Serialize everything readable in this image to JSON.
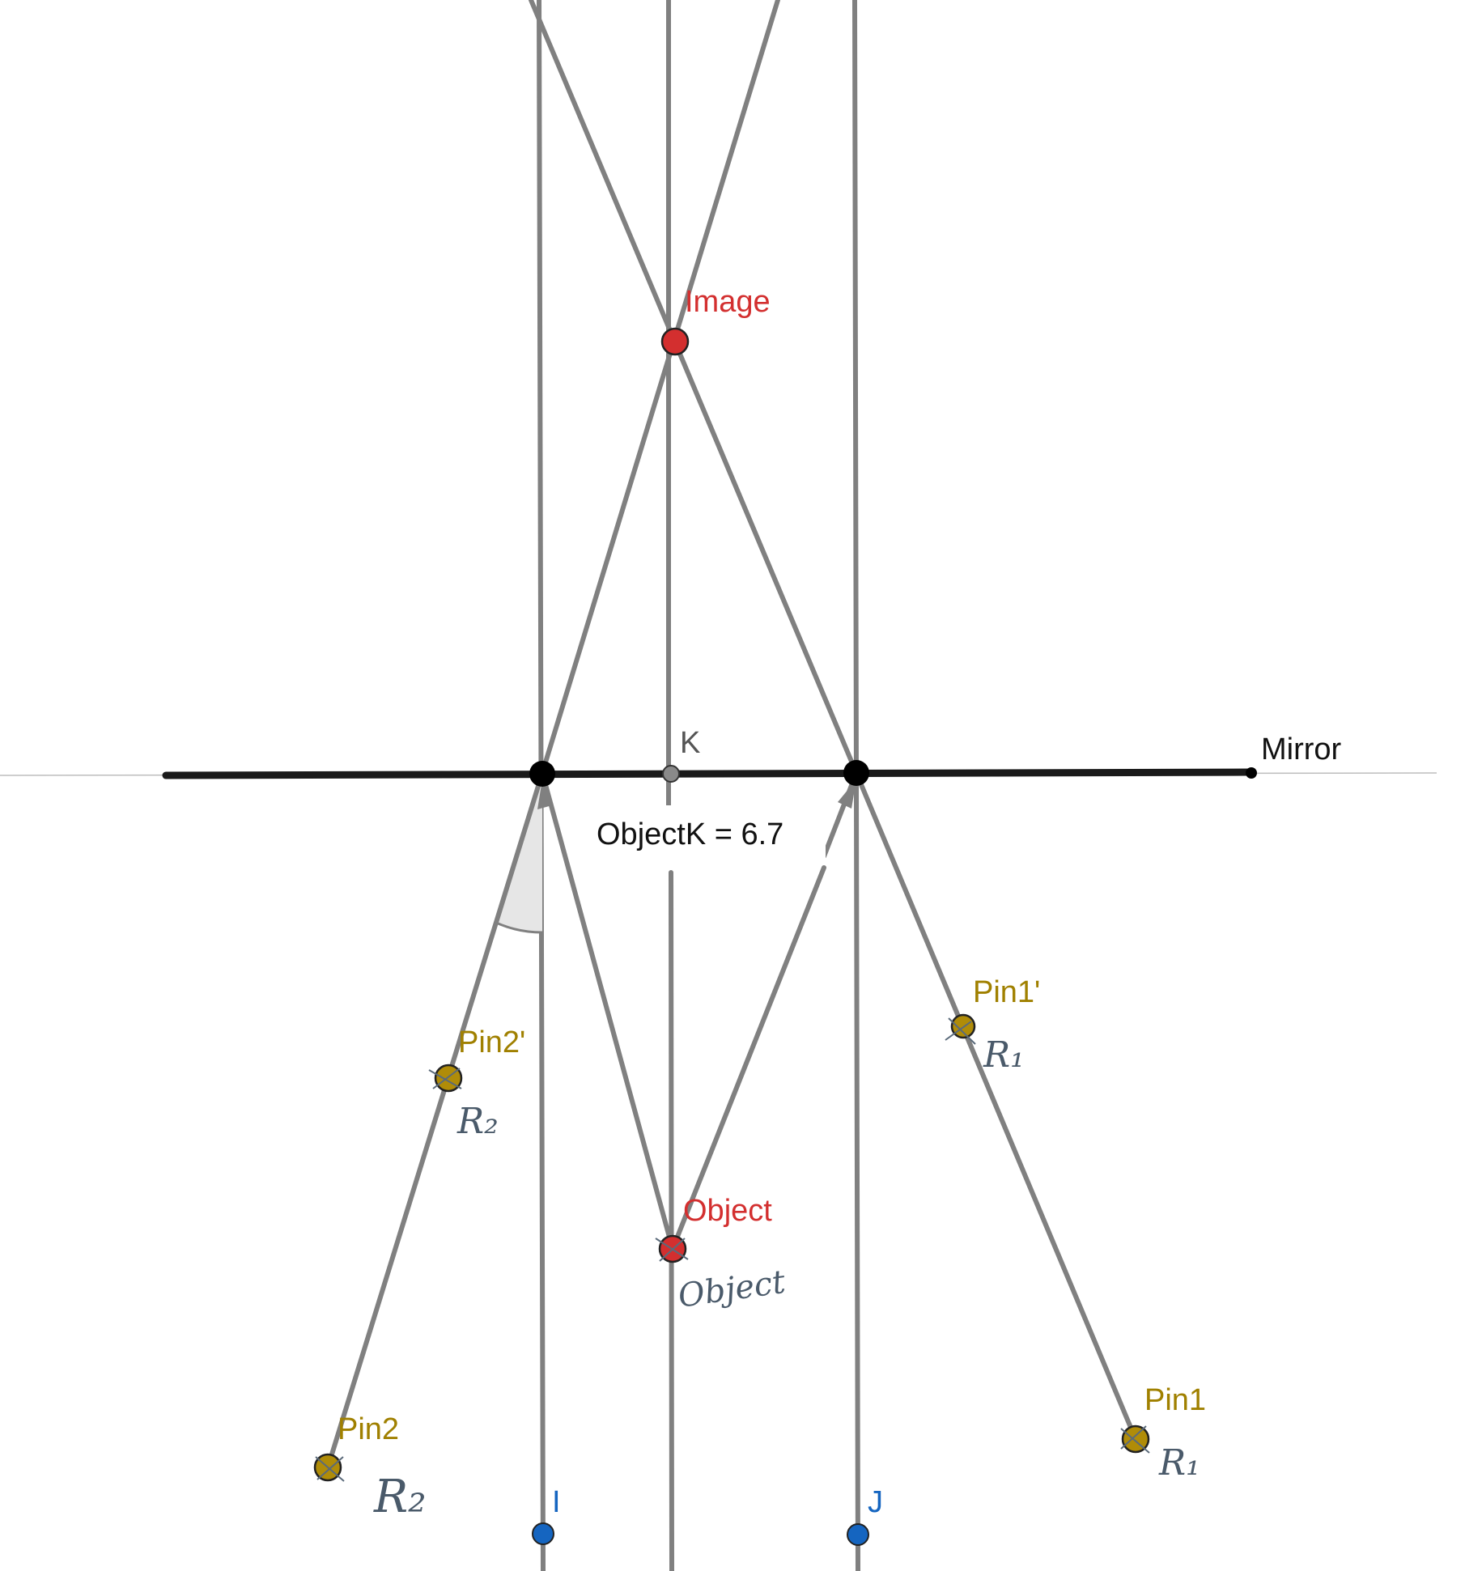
{
  "colors": {
    "construction_line": "#808080",
    "mirror": "#1a1a1a",
    "point_red": "#d32f2f",
    "point_gold": "#b08c08",
    "point_blue": "#1565c0",
    "point_grey": "#8a8a8a",
    "label_red": "#d32f2f",
    "label_gold": "#a08000",
    "label_blue": "#1565c0",
    "label_grey": "#555555",
    "handwriting": "#4a5a6a",
    "angle_fill": "#e6e6e6"
  },
  "labels": {
    "image": "Image",
    "object": "Object",
    "mirror": "Mirror",
    "k": "K",
    "i": "I",
    "j": "J",
    "pin1": "Pin1",
    "pin1_prime": "Pin1'",
    "pin2": "Pin2",
    "pin2_prime": "Pin2'",
    "measurement": "ObjectK = 6.7"
  },
  "handwriting": {
    "object": "Object",
    "r1_upper": "R₁",
    "r1_lower": "R₁",
    "r2_upper": "R₂",
    "r2_lower": "R₂"
  },
  "measurement": {
    "name": "ObjectK",
    "value": 6.7
  }
}
